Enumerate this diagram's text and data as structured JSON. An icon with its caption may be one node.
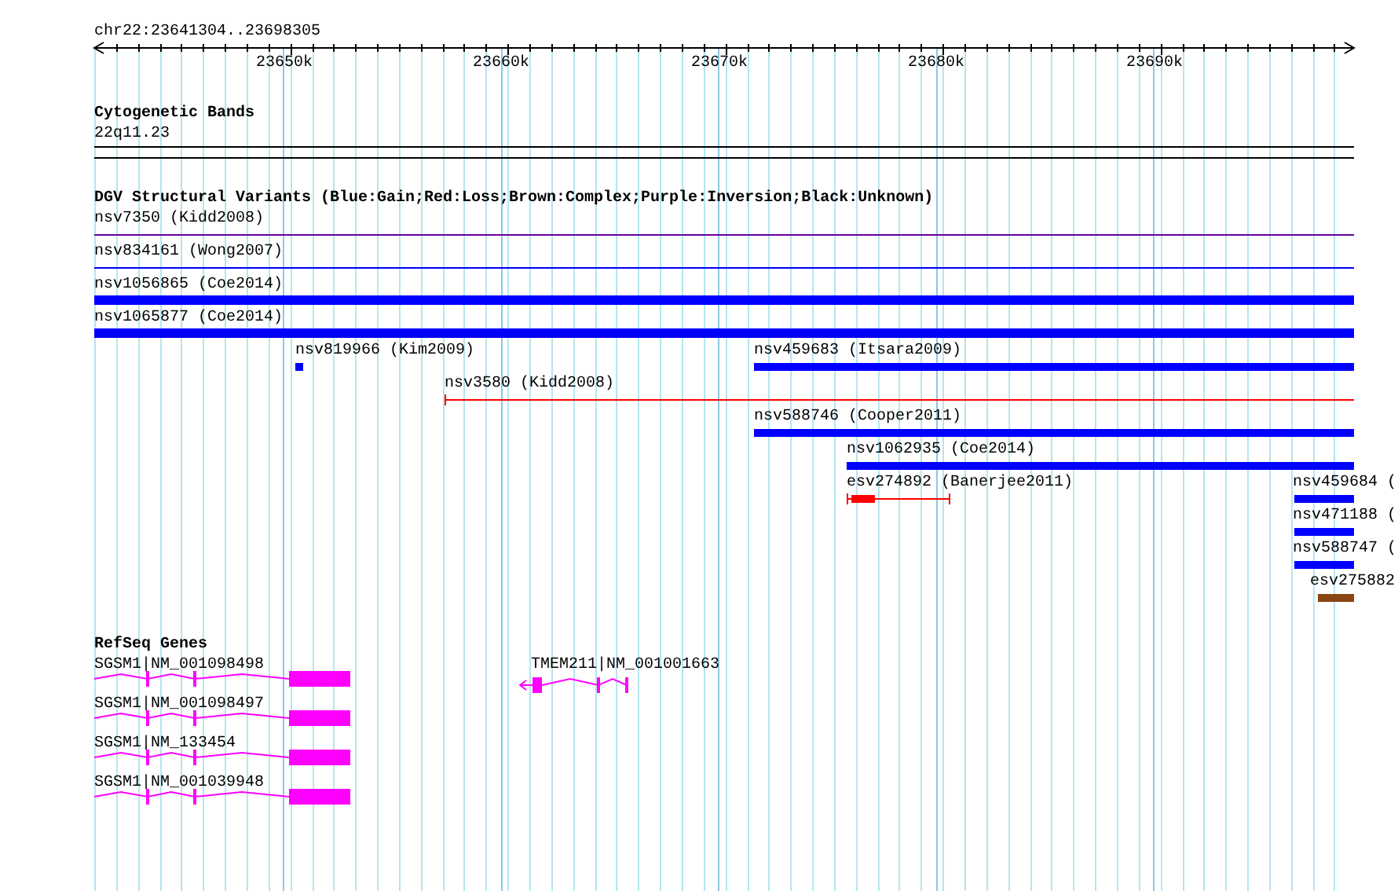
{
  "diagram": {
    "labels": [
      "chr22:23641304..23698305",
      "23650k",
      "23660k",
      "23670k",
      "23680k",
      "23690k",
      "Cytogenetic Bands",
      "22q11.23",
      "DGV Structural Variants (Blue:Gain;Red:Loss;Brown:Complex;Purple:Inversion;Black:Unknown)",
      "nsv7350 (Kidd2008)",
      "nsv834161 (Wong2007)",
      "nsv1056865 (Coe2014)",
      "nsv1065877 (Coe2014)",
      "nsv819966 (Kim2009)",
      "nsv459683 (Itsara2009)",
      "nsv3580 (Kidd2008)",
      "nsv588746 (Cooper2011)",
      "nsv1062935 (Coe2014)",
      "esv274892 (Banerjee2011)",
      "nsv459684 (",
      "nsv471188 (",
      "nsv588747 (",
      "esv275882",
      "RefSeq Genes",
      "SGSM1|NM_001098498",
      "TMEM211|NM_001001663",
      "SGSM1|NM_001098497",
      "SGSM1|NM_133454",
      "SGSM1|NM_001039948"
    ]
  }
}
